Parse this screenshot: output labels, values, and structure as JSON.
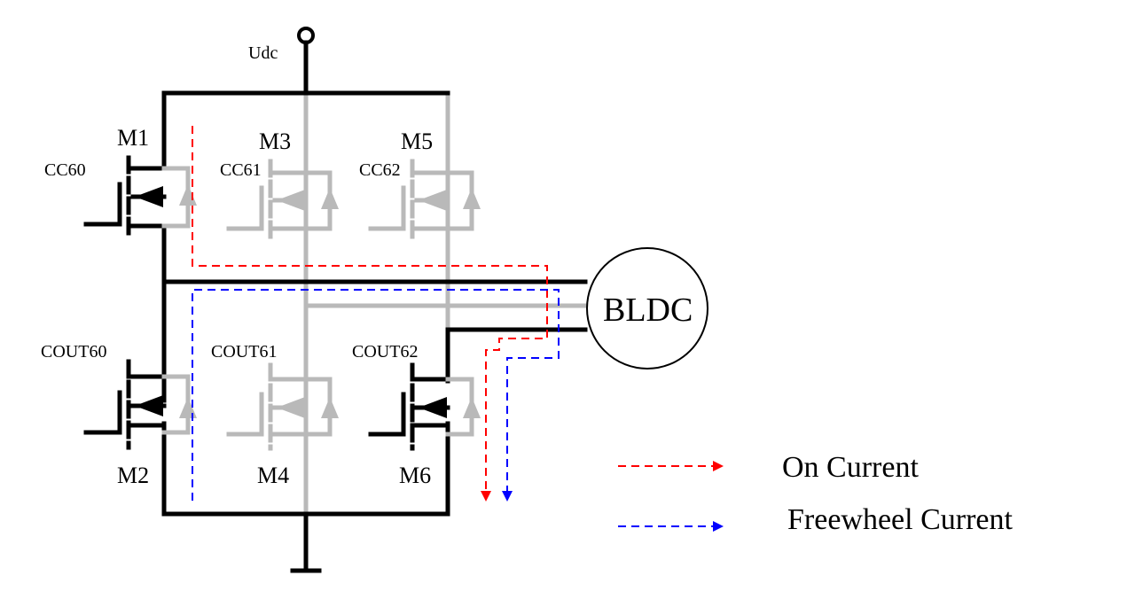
{
  "labels": {
    "supply": "Udc",
    "motor": "BLDC",
    "m1": "M1",
    "m2": "M2",
    "m3": "M3",
    "m4": "M4",
    "m5": "M5",
    "m6": "M6",
    "cc60": "CC60",
    "cc61": "CC61",
    "cc62": "CC62",
    "cout60": "COUT60",
    "cout61": "COUT61",
    "cout62": "COUT62"
  },
  "legend": {
    "on_current": "On Current",
    "freewheel_current": "Freewheel Current"
  },
  "colors": {
    "active": "#000000",
    "inactive": "#b9b9b9",
    "on_current": "#ff0000",
    "freewheel_current": "#0000ff"
  },
  "transistors": [
    {
      "id": "M1",
      "position": "high-side",
      "active": true
    },
    {
      "id": "M3",
      "position": "high-side",
      "active": false
    },
    {
      "id": "M5",
      "position": "high-side",
      "active": false
    },
    {
      "id": "M2",
      "position": "low-side",
      "active": true
    },
    {
      "id": "M4",
      "position": "low-side",
      "active": false
    },
    {
      "id": "M6",
      "position": "low-side",
      "active": true
    }
  ]
}
